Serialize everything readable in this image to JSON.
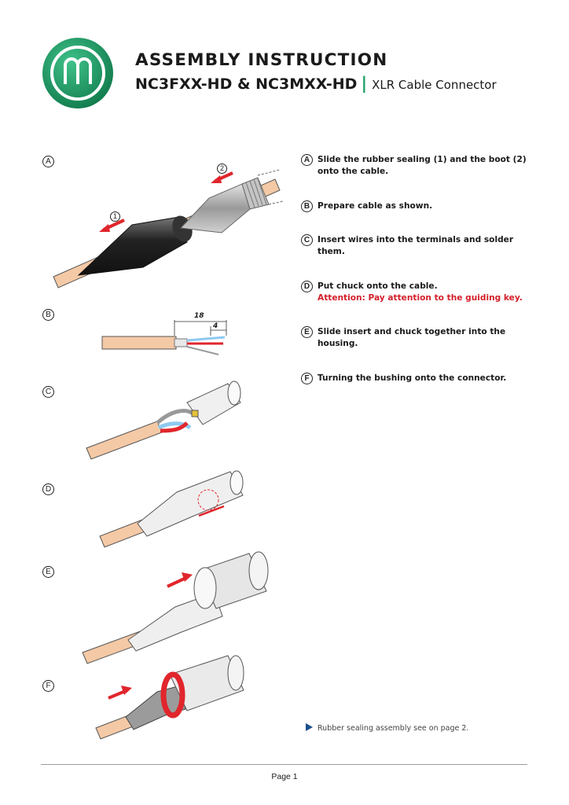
{
  "header": {
    "title": "ASSEMBLY INSTRUCTION",
    "model": "NC3FXX-HD & NC3MXX-HD",
    "separator": "|",
    "description": "XLR Cable Connector"
  },
  "figures": {
    "a": {
      "label": "A",
      "part1": "1",
      "part2": "2"
    },
    "b": {
      "label": "B",
      "dim_long": "18",
      "dim_short": "4"
    },
    "c": {
      "label": "C"
    },
    "d": {
      "label": "D"
    },
    "e": {
      "label": "E"
    },
    "f": {
      "label": "F"
    }
  },
  "steps": [
    {
      "label": "A",
      "text": "Slide the rubber sealing (1) and the boot (2) onto the cable."
    },
    {
      "label": "B",
      "text": "Prepare cable as shown."
    },
    {
      "label": "C",
      "text": "Insert wires into the terminals and solder them."
    },
    {
      "label": "D",
      "text": "Put chuck onto the cable.",
      "warning": "Attention:  Pay attention to the guiding key."
    },
    {
      "label": "E",
      "text": "Slide insert and chuck together into the housing."
    },
    {
      "label": "F",
      "text": "Turning the bushing onto the connector."
    }
  ],
  "note": "Rubber sealing assembly see on page 2.",
  "footer": {
    "page": "Page 1"
  },
  "colors": {
    "brand_green": "#1fa06a",
    "warning_red": "#d4202a",
    "cable": "#f4c9a6",
    "arrow_red": "#e0262c"
  }
}
